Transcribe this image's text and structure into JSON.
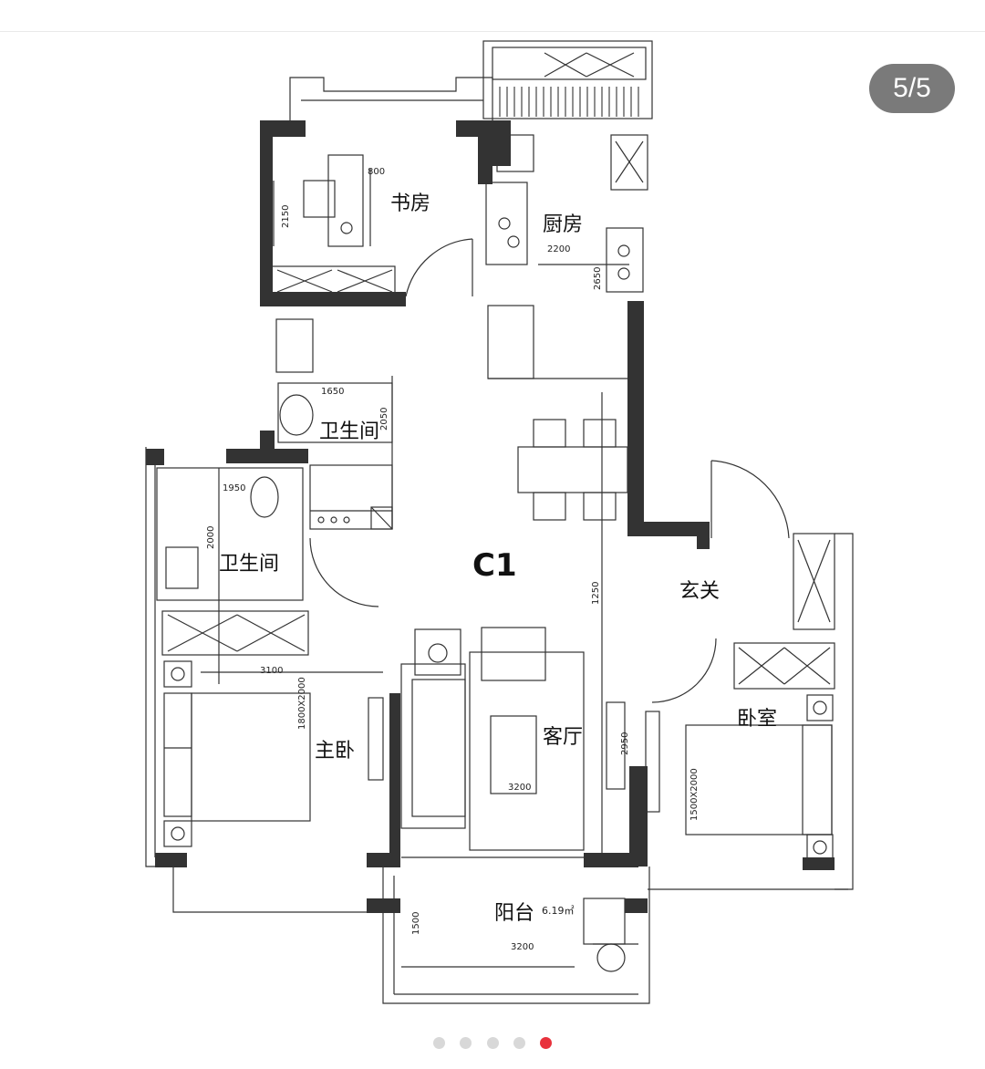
{
  "pager": {
    "counter": "5/5",
    "total": 5,
    "current": 5
  },
  "plan": {
    "unit_label": "C1",
    "rooms": {
      "study": "书房",
      "kitchen": "厨房",
      "bath_top": "卫生间",
      "bath_left": "卫生间",
      "entry": "玄关",
      "living": "客厅",
      "master": "主卧",
      "bedroom": "卧室",
      "balcony": "阳台"
    },
    "balcony_area": "6.19㎡",
    "dimensions": {
      "study_w": "800",
      "study_h": "2150",
      "kitchen_w": "2200",
      "kitchen_h": "2650",
      "bath_top_w": "1650",
      "bath_top_h": "2050",
      "bath_left_w": "1950",
      "bath_left_h": "2000",
      "master_w": "3100",
      "master_bed": "1800X2000",
      "living_h1": "1250",
      "living_h2": "2950",
      "living_w": "3200",
      "bed2": "1500X2000",
      "balcony_h": "1500",
      "balcony_w": "3200"
    }
  }
}
